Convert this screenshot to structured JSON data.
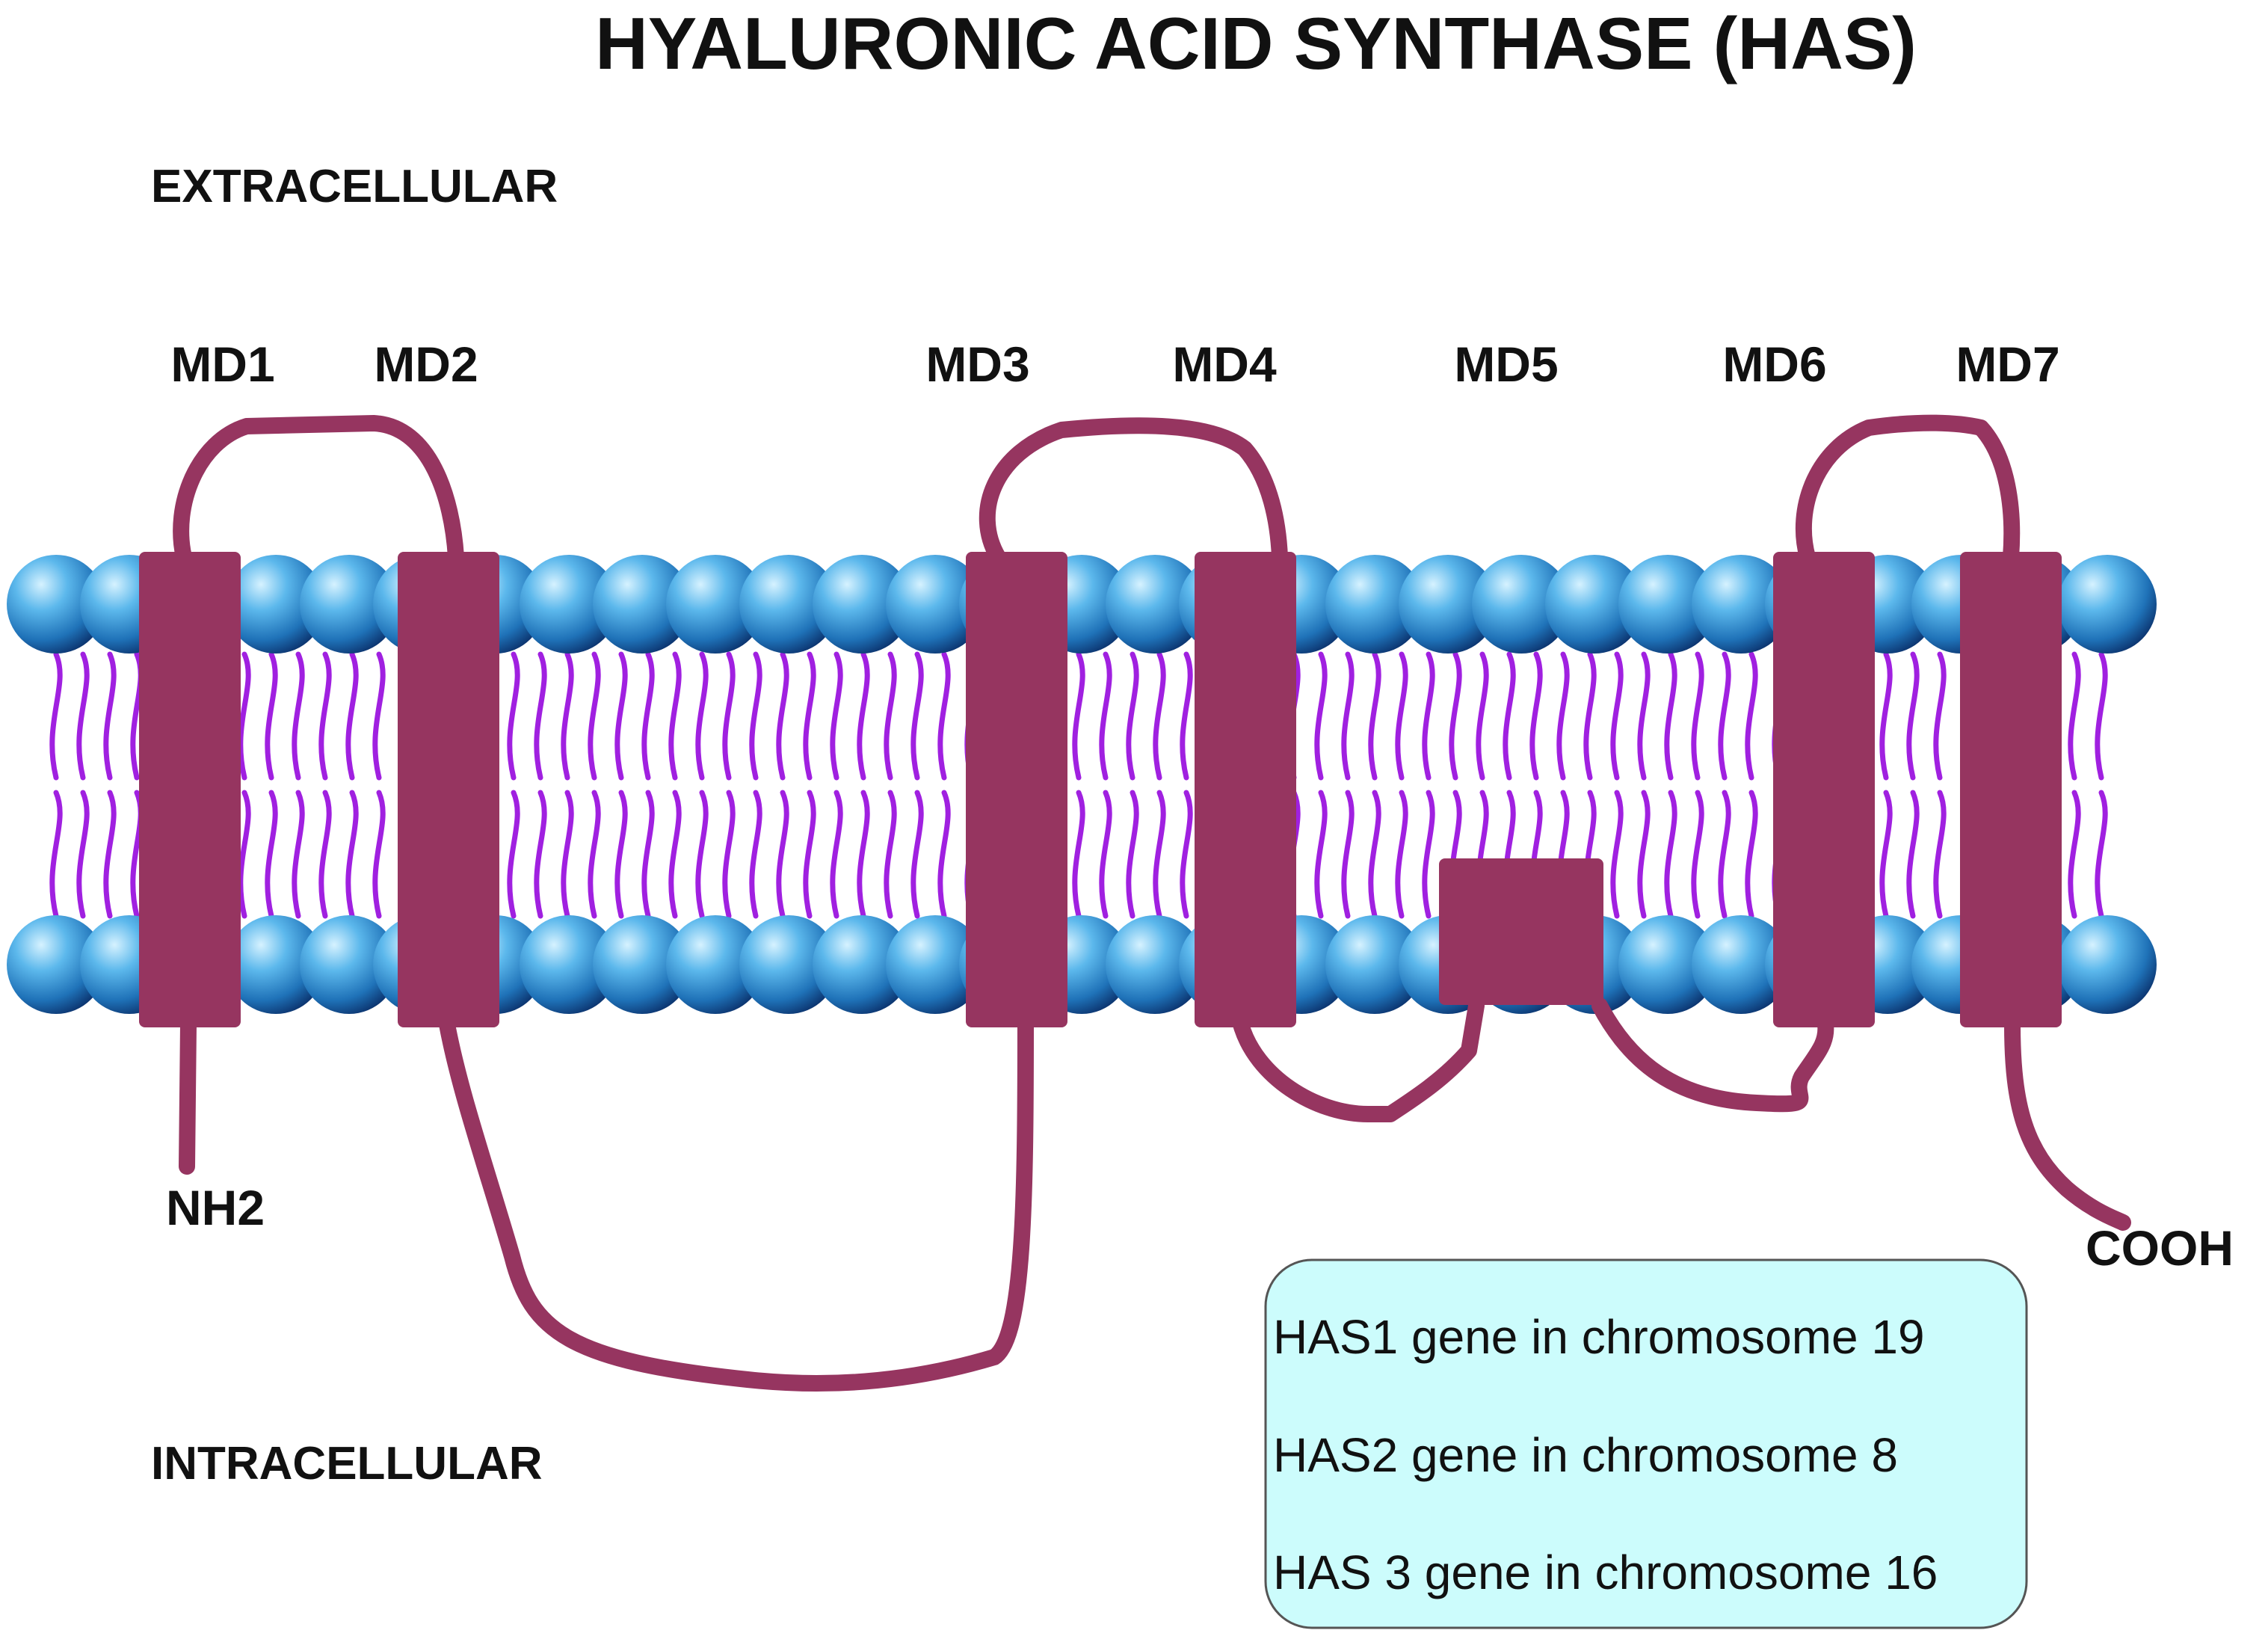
{
  "title": "HYALURONIC ACID SYNTHASE (HAS)",
  "regions": {
    "extracellular": "EXTRACELLULAR",
    "intracellular": "INTRACELLULAR"
  },
  "domains": [
    "MD1",
    "MD2",
    "MD3",
    "MD4",
    "MD5",
    "MD6",
    "MD7"
  ],
  "termini": {
    "n_terminus": "NH2",
    "c_terminus": "COOH"
  },
  "genes": [
    "HAS1 gene in chromosome 19",
    "HAS2 gene in chromosome 8",
    "HAS 3 gene in chromosome 16"
  ],
  "colors": {
    "protein": "#963560",
    "lipid_head": "#2a8fd0",
    "lipid_tail": "#a020e0",
    "gene_box_fill": "#ccfcfc",
    "gene_box_stroke": "#555555",
    "text": "#111111"
  }
}
